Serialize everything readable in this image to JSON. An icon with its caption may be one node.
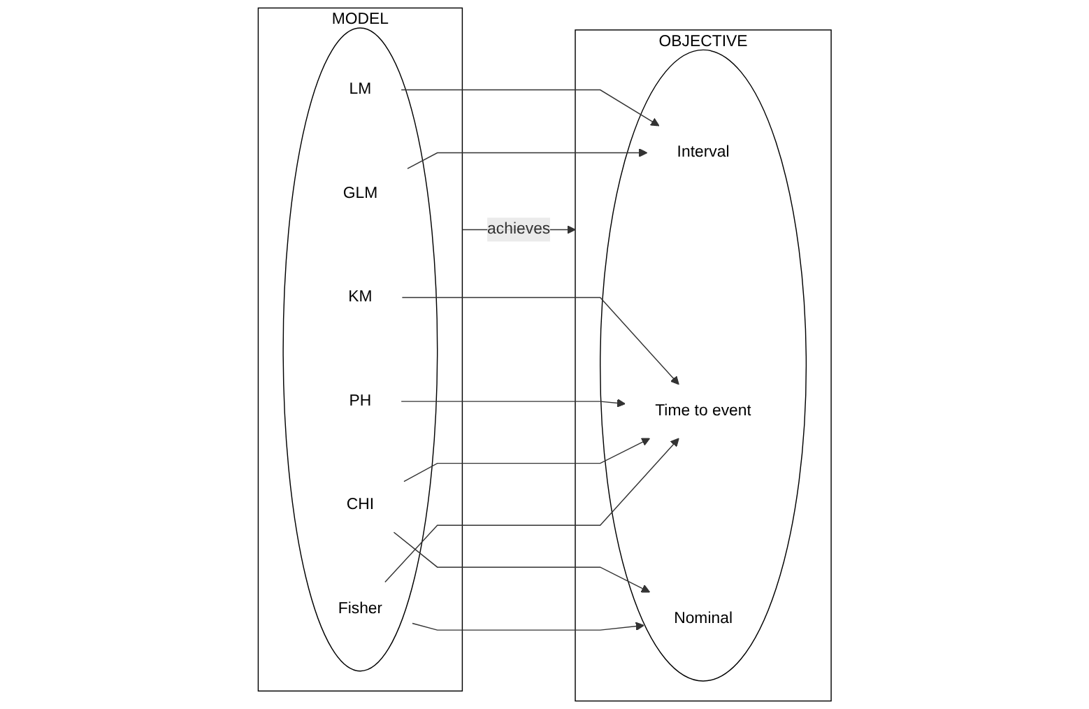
{
  "diagram": {
    "nodes": [
      {
        "text": [
          "MODEL"
        ]
      },
      {
        "text": [],
        "shape": "circle",
        "in": 0
      },
      {
        "text": [
          "KM"
        ],
        "in": 1
      },
      {
        "text": [
          "PH"
        ],
        "in": 1
      },
      {
        "text": [
          "CHI"
        ],
        "in": 1
      },
      {
        "text": [
          "LM"
        ],
        "in": 1
      },
      {
        "text": [
          "Fisher"
        ],
        "in": 1
      },
      {
        "text": [
          "GLM"
        ],
        "in": 1
      },
      {
        "text": [
          "OBJECTIVE"
        ]
      },
      {
        "text": [],
        "shape": "circle",
        "in": 8
      },
      {
        "text": [
          "Nominal"
        ],
        "in": 9
      },
      {
        "text": [
          "Time to event"
        ],
        "in": 9
      },
      {
        "text": [
          "Interval"
        ],
        "in": 9
      }
    ],
    "edges": [
      {
        "from": 0,
        "to": 8,
        "arrow": "to",
        "label": "achieves"
      },
      {
        "from": 2,
        "to": 11,
        "arrow": "to"
      },
      {
        "from": 3,
        "to": 11,
        "arrow": "to"
      },
      {
        "from": 4,
        "to": 10,
        "arrow": "to"
      },
      {
        "from": 4,
        "to": 11,
        "arrow": "to"
      },
      {
        "from": 6,
        "to": 10,
        "arrow": "to"
      },
      {
        "from": 6,
        "to": 11,
        "arrow": "to"
      },
      {
        "from": 5,
        "to": 12,
        "arrow": "to"
      },
      {
        "from": 7,
        "to": 12,
        "arrow": "to"
      }
    ]
  }
}
